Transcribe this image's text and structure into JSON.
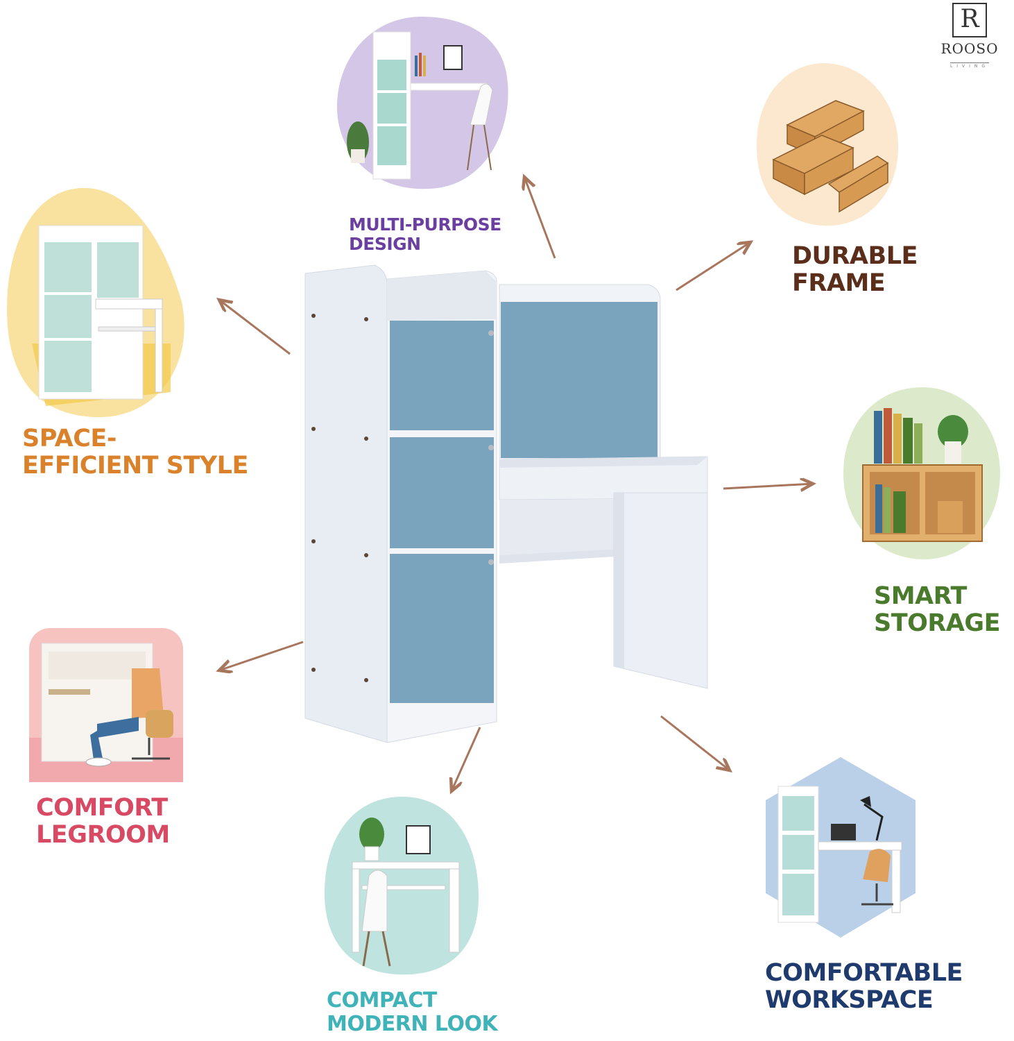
{
  "brand": {
    "name": "ROOSO",
    "sub": "LIVING",
    "mark": "R"
  },
  "features": {
    "multi_purpose": {
      "line1": "MULTI-PURPOSE",
      "line2": "DESIGN",
      "color": "#6b3fa0"
    },
    "durable": {
      "line1": "DURABLE",
      "line2": "FRAME",
      "color": "#5a2e1a"
    },
    "space": {
      "line1": "SPACE-",
      "line2": "EFFICIENT STYLE",
      "color": "#d9822b"
    },
    "storage": {
      "line1": "SMART",
      "line2": "STORAGE",
      "color": "#4a7a2c"
    },
    "legroom": {
      "line1": "COMFORT",
      "line2": "LEGROOM",
      "color": "#d84a63"
    },
    "compact": {
      "line1": "COMPACT",
      "line2": "MODERN LOOK",
      "color": "#3fb3b8"
    },
    "workspace": {
      "line1": "COMFORTABLE",
      "line2": "WORKSPACE",
      "color": "#1f3b6e"
    }
  },
  "colors": {
    "door_blue": "#7aa3bd",
    "board_white": "#e8ecf3",
    "arrow": "#a8765c"
  }
}
